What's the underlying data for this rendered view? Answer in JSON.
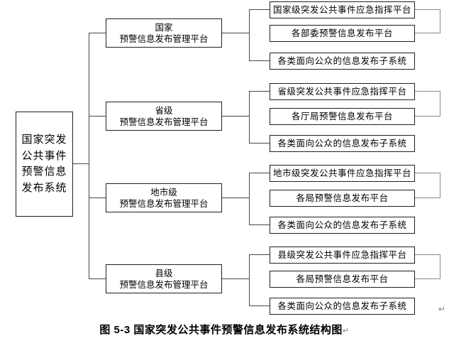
{
  "root": {
    "lines": [
      "国家突发",
      "公共事件",
      "预警信息",
      "发布系统"
    ]
  },
  "groups": [
    {
      "platform_line1": "国家",
      "platform_line2": "预警信息发布管理平台",
      "children": [
        "国家级突发公共事件应急指挥平台",
        "各部委预警信息发布平台",
        "各类面向公众的信息发布子系统"
      ]
    },
    {
      "platform_line1": "省级",
      "platform_line2": "预警信息发布管理平台",
      "children": [
        "省级突发公共事件应急指挥平台",
        "各厅局预警信息发布平台",
        "各类面向公众的信息发布子系统"
      ]
    },
    {
      "platform_line1": "地市级",
      "platform_line2": "预警信息发布管理平台",
      "children": [
        "地市级突发公共事件应急指挥平台",
        "各局预警信息发布平台",
        "各类面向公众的信息发布子系统"
      ]
    },
    {
      "platform_line1": "县级",
      "platform_line2": "预警信息发布管理平台",
      "children": [
        "县级突发公共事件应急指挥平台",
        "各局预警信息发布平台",
        "各类面向公众的信息发布子系统"
      ]
    }
  ],
  "caption": {
    "text": "图 5-3 国家突发公共事件预警信息发布系统结构图"
  },
  "marks": {
    "return_symbol": "↵"
  },
  "colors": {
    "background": "#ffffff",
    "box_border": "#1f1f1f",
    "connector": "#474747",
    "bracket": "#8a8a8a",
    "text": "#000000",
    "return_mark": "#808080"
  }
}
